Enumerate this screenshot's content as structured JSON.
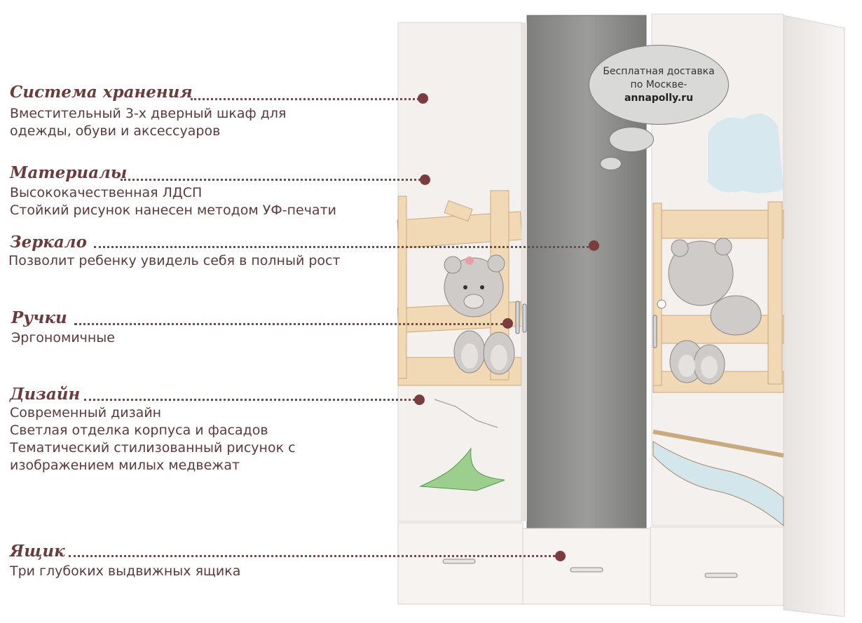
{
  "features": [
    {
      "title": "Система хранения",
      "lines": [
        "Вместительный 3-х дверный шкаф для",
        "одежды, обуви и аксессуаров"
      ]
    },
    {
      "title": "Материалы",
      "lines": [
        "Высококачественная ЛДСП",
        "Стойкий рисунок нанесен методом УФ-печати"
      ]
    },
    {
      "title": "Зеркало",
      "lines": [
        "Позволит ребенку увидель себя в полный рост"
      ]
    },
    {
      "title": "Ручки",
      "lines": [
        "Эргономичные"
      ]
    },
    {
      "title": "Дизайн",
      "lines": [
        "Современный дизайн",
        "Светлая отделка корпуса и фасадов",
        "Тематический стилизованный рисунок с",
        "изображением милых медвежат"
      ]
    },
    {
      "title": "Ящик",
      "lines": [
        "Три глубоких выдвижных ящика"
      ]
    }
  ],
  "bubble": {
    "line1": "Бесплатная доставка",
    "line2": "по Москве-",
    "domain": "annapolly.ru"
  },
  "colors": {
    "title": "#6b3c3c",
    "text": "#5c3a3a",
    "dot": "#7a3c3c",
    "mirror": "#8a8a88",
    "cabinet": "#f3efec"
  }
}
